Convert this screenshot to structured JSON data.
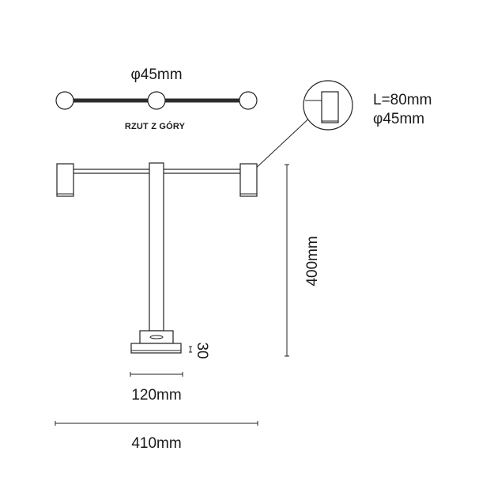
{
  "top_view": {
    "diameter_label": "φ45mm",
    "caption": "RZUT Z GÓRY"
  },
  "detail": {
    "length_label": "L=80mm",
    "diameter_label": "φ45mm"
  },
  "dimensions": {
    "height_label": "400mm",
    "base_height_label": "30",
    "base_width_label": "120mm",
    "total_width_label": "410mm"
  },
  "colors": {
    "line": "#222222",
    "arm_top_view": "#2b2b2b"
  }
}
